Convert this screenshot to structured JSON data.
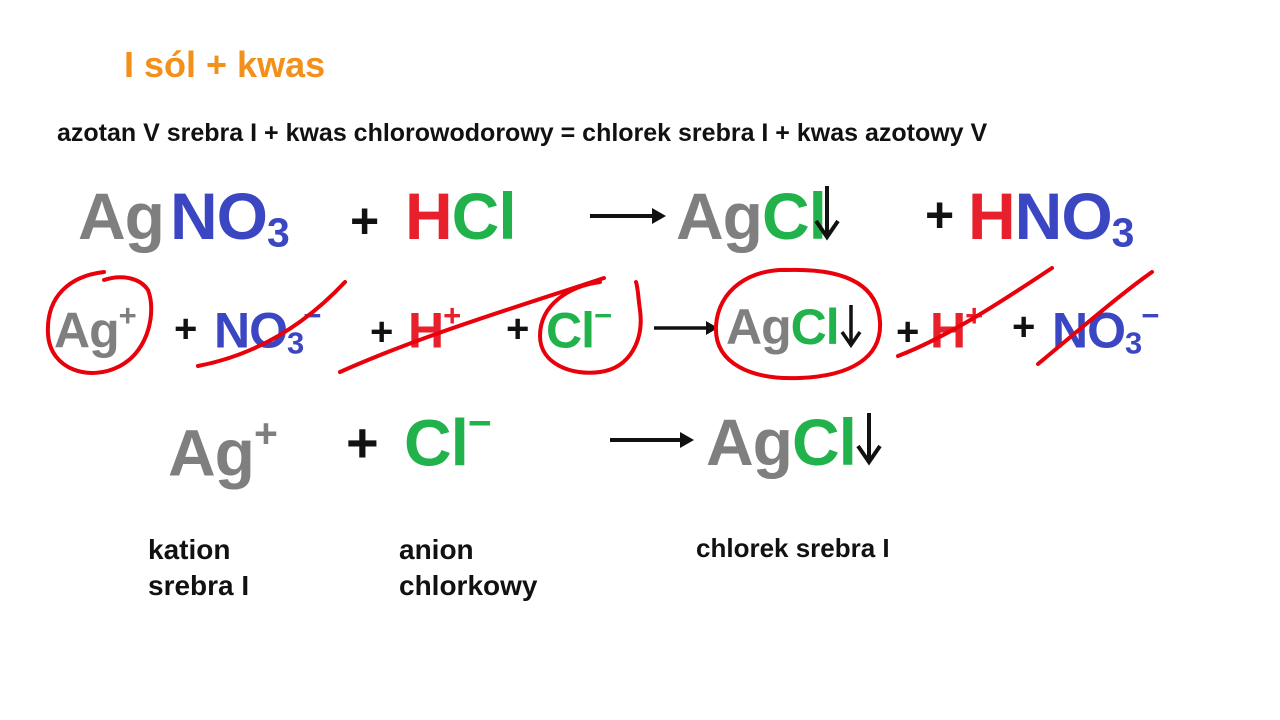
{
  "colors": {
    "ag": "#7f7f7f",
    "no3": "#3a46c2",
    "h": "#e8202b",
    "cl": "#22b24c",
    "title": "#f39019",
    "annotation": "#e8000b",
    "text": "#111111"
  },
  "title": "I  sól + kwas",
  "word_equation": "azotan V srebra I  + kwas chlorowodorowy   = chlorek srebra I  + kwas azotowy V",
  "symbols": {
    "ag": "Ag",
    "no": "NO",
    "three": "3",
    "h": "H",
    "cl": "Cl",
    "plus": "+",
    "minus": "−",
    "sup_plus": "+",
    "precipitate": "↓"
  },
  "labels": {
    "cation_line1": "kation",
    "cation_line2": "srebra I",
    "anion_line1": "anion",
    "anion_line2": "chlorkowy",
    "product": "chlorek srebra I"
  }
}
